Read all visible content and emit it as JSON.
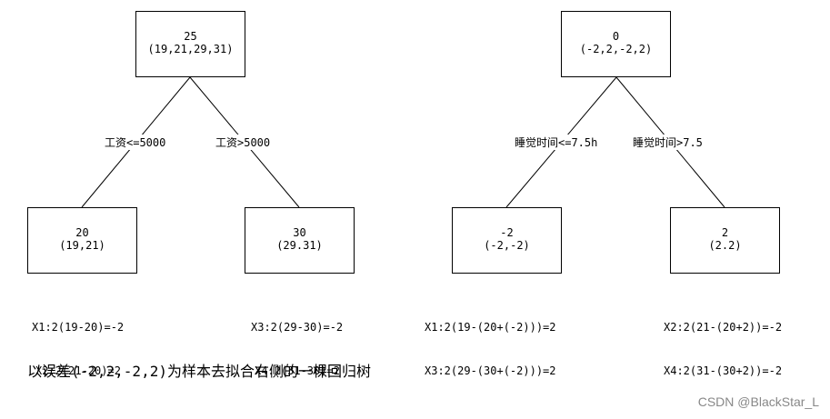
{
  "left_tree": {
    "root": {
      "value": "25",
      "members": "(19,21,29,31)"
    },
    "left_edge_label": "工资<=5000",
    "right_edge_label": "工资>5000",
    "left_child": {
      "value": "20",
      "members": "(19,21)"
    },
    "right_child": {
      "value": "30",
      "members": "(29.31)"
    },
    "left_formulas": [
      "X1:2(19-20)=-2",
      "X2:2(21-20)=2"
    ],
    "right_formulas": [
      "X3:2(29-30)=-2",
      "X4:2(31-30)=2"
    ]
  },
  "right_tree": {
    "root": {
      "value": "0",
      "members": "(-2,2,-2,2)"
    },
    "left_edge_label": "睡觉时间<=7.5h",
    "right_edge_label": "睡觉时间>7.5",
    "left_child": {
      "value": "-2",
      "members": "(-2,-2)"
    },
    "right_child": {
      "value": "2",
      "members": "(2.2)"
    },
    "left_formulas": [
      "X1:2(19-(20+(-2)))=2",
      "X3:2(29-(30+(-2)))=2"
    ],
    "right_formulas": [
      "X2:2(21-(20+2))=-2",
      "X4:2(31-(30+2))=-2"
    ]
  },
  "caption": "以误差(-2,2,-2,2)为样本去拟合右侧的一棵回归树",
  "watermark": "CSDN @BlackStar_L"
}
